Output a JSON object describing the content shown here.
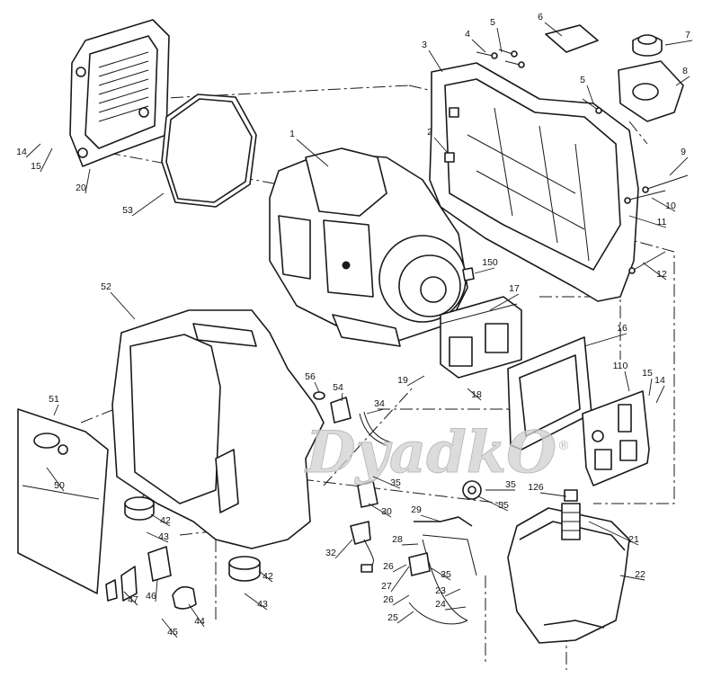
{
  "watermark": {
    "text": "DyadkO",
    "mark": "®"
  },
  "parts": [
    {
      "label": "1"
    },
    {
      "label": "2"
    },
    {
      "label": "3"
    },
    {
      "label": "4"
    },
    {
      "label": "5"
    },
    {
      "label": "5"
    },
    {
      "label": "6"
    },
    {
      "label": "7"
    },
    {
      "label": "8"
    },
    {
      "label": "9"
    },
    {
      "label": "10"
    },
    {
      "label": "11"
    },
    {
      "label": "12"
    },
    {
      "label": "14"
    },
    {
      "label": "15"
    },
    {
      "label": "14"
    },
    {
      "label": "15"
    },
    {
      "label": "16"
    },
    {
      "label": "17"
    },
    {
      "label": "18"
    },
    {
      "label": "19"
    },
    {
      "label": "20"
    },
    {
      "label": "21"
    },
    {
      "label": "22"
    },
    {
      "label": "23"
    },
    {
      "label": "24"
    },
    {
      "label": "25"
    },
    {
      "label": "26"
    },
    {
      "label": "26"
    },
    {
      "label": "27"
    },
    {
      "label": "28"
    },
    {
      "label": "29"
    },
    {
      "label": "30"
    },
    {
      "label": "32"
    },
    {
      "label": "34"
    },
    {
      "label": "35"
    },
    {
      "label": "35"
    },
    {
      "label": "35"
    },
    {
      "label": "42"
    },
    {
      "label": "42"
    },
    {
      "label": "43"
    },
    {
      "label": "43"
    },
    {
      "label": "44"
    },
    {
      "label": "45"
    },
    {
      "label": "46"
    },
    {
      "label": "47"
    },
    {
      "label": "50"
    },
    {
      "label": "51"
    },
    {
      "label": "52"
    },
    {
      "label": "53"
    },
    {
      "label": "54"
    },
    {
      "label": "55"
    },
    {
      "label": "56"
    },
    {
      "label": "110"
    },
    {
      "label": "126"
    },
    {
      "label": "150"
    }
  ]
}
